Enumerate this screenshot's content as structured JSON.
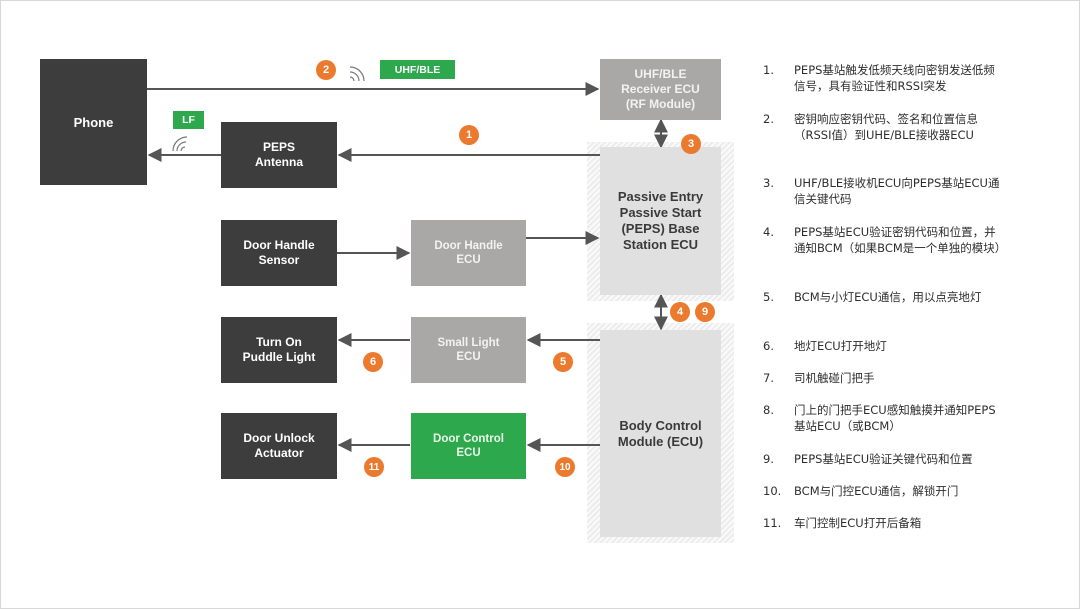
{
  "boxes": {
    "phone": "Phone",
    "peps_antenna": "PEPS\nAntenna",
    "uhf_receiver": "UHF/BLE\nReceiver ECU\n(RF Module)",
    "peps_base": "Passive Entry\nPassive Start\n(PEPS) Base\nStation ECU",
    "door_handle_sensor": "Door Handle\nSensor",
    "door_handle_ecu": "Door Handle\nECU",
    "turn_on_puddle": "Turn On\nPuddle Light",
    "small_light_ecu": "Small Light\nECU",
    "door_unlock": "Door Unlock\nActuator",
    "door_control_ecu": "Door Control\nECU",
    "bcm": "Body Control\nModule (ECU)"
  },
  "tags": {
    "uhf_ble": "UHF/BLE",
    "lf": "LF"
  },
  "badges": [
    "1",
    "2",
    "3",
    "4",
    "9",
    "5",
    "6",
    "10",
    "11"
  ],
  "colors": {
    "dark_box": "#3d3d3d",
    "gray_box": "#aaa7a7",
    "green": "#2ea84d",
    "badge": "#ec7a2e",
    "light_box": "#e0e0e0"
  },
  "icons": [
    "wireless-signal-icon",
    "wireless-signal-icon"
  ],
  "steps": [
    {
      "num": "1.",
      "text": "PEPS基站触发低频天线向密钥发送低频信号，具有验证性和RSSI突发"
    },
    {
      "num": "2.",
      "text": "密钥响应密钥代码、签名和位置信息（RSSI值）到UHE/BLE接收器ECU"
    },
    {
      "num": "3.",
      "text": "UHF/BLE接收机ECU向PEPS基站ECU通信关键代码"
    },
    {
      "num": "4.",
      "text": "PEPS基站ECU验证密钥代码和位置，并通知BCM（如果BCM是一个单独的模块）"
    },
    {
      "num": "5.",
      "text": "BCM与小灯ECU通信，用以点亮地灯"
    },
    {
      "num": "6.",
      "text": "地灯ECU打开地灯"
    },
    {
      "num": "7.",
      "text": "司机触碰门把手"
    },
    {
      "num": "8.",
      "text": "门上的门把手ECU感知触摸并通知PEPS基站ECU（或BCM）"
    },
    {
      "num": "9.",
      "text": "PEPS基站ECU验证关键代码和位置"
    },
    {
      "num": "10.",
      "text": "BCM与门控ECU通信，解锁开门"
    },
    {
      "num": "11.",
      "text": "车门控制ECU打开后备箱"
    }
  ]
}
